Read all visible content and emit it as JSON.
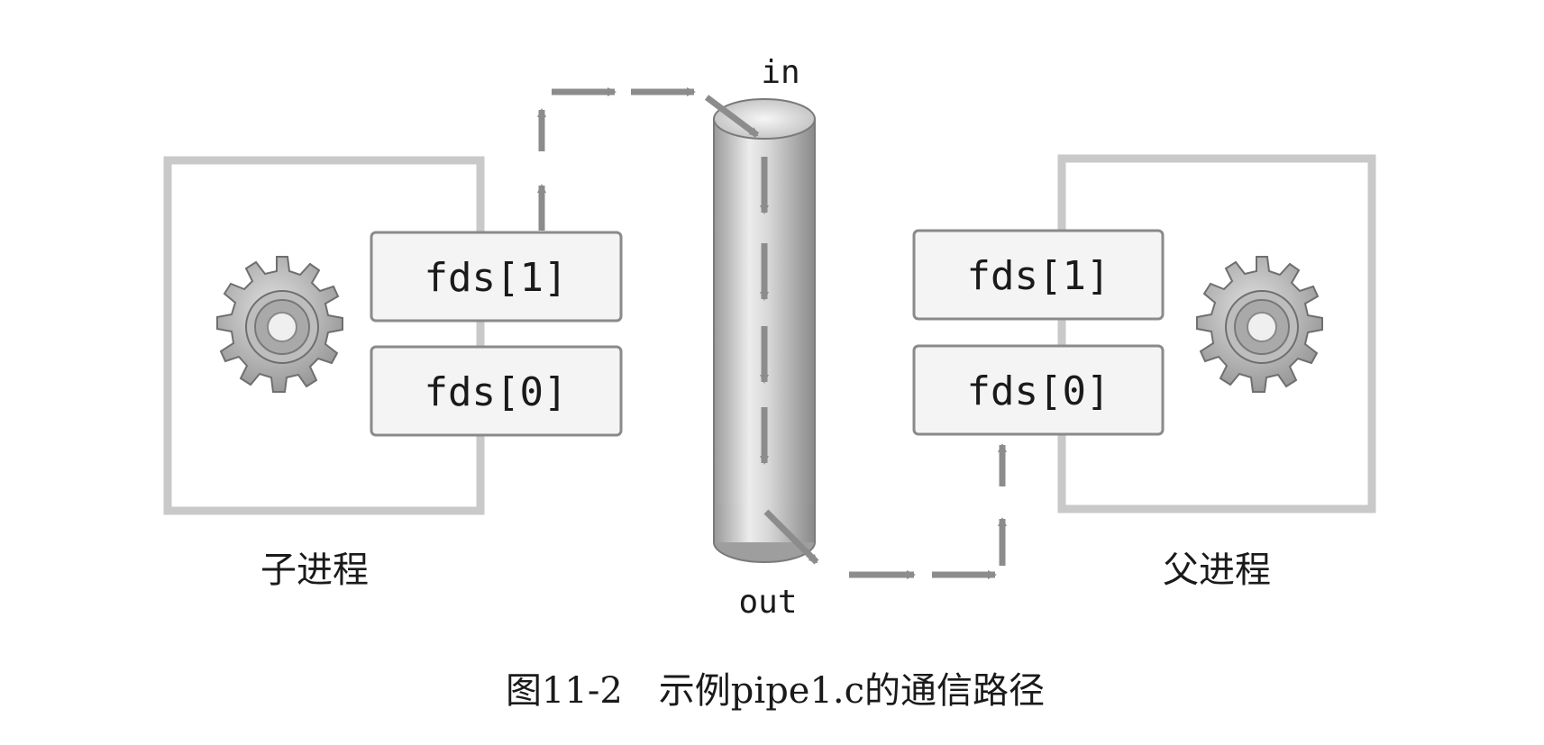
{
  "pipe": {
    "in_label": "in",
    "out_label": "out"
  },
  "child_process": {
    "label": "子进程",
    "fd_write": "fds[1]",
    "fd_read": "fds[0]"
  },
  "parent_process": {
    "label": "父进程",
    "fd_write": "fds[1]",
    "fd_read": "fds[0]"
  },
  "caption": "图11-2　示例pipe1.c的通信路径",
  "colors": {
    "frame": "#c9c9c9",
    "fd_box_fill": "#f4f4f4",
    "fd_box_stroke": "#8a8a8a",
    "arrow": "#8c8c8c",
    "gear_fill": "#9a9a9a",
    "text": "#1a1a1a"
  }
}
